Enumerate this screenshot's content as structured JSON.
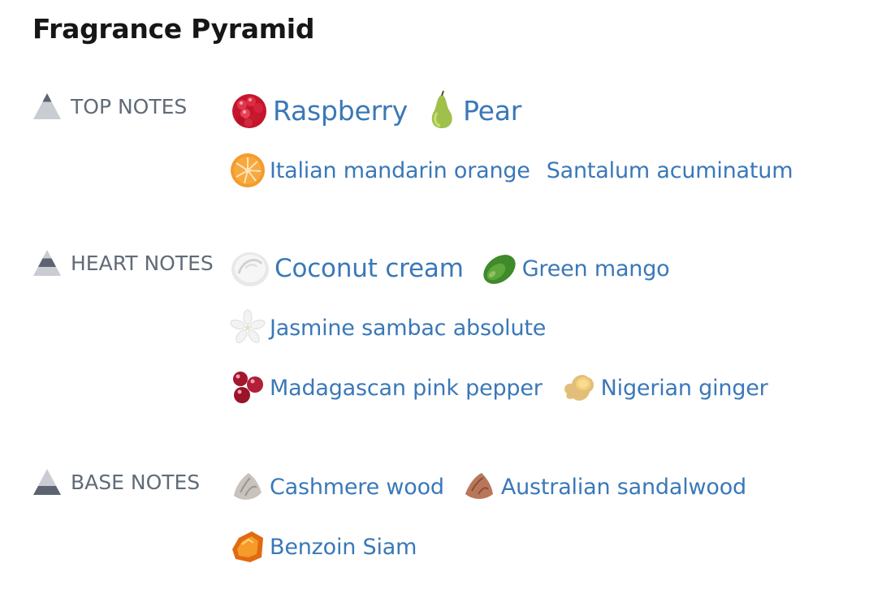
{
  "title": "Fragrance Pyramid",
  "colors": {
    "link": "#3a78b8",
    "label": "#616b78",
    "title": "#161616"
  },
  "sections": {
    "top": {
      "label": "TOP NOTES",
      "icon": "pyramid-top-icon",
      "notes": [
        {
          "label": "Raspberry",
          "icon": "raspberry-icon"
        },
        {
          "label": "Pear",
          "icon": "pear-icon"
        },
        {
          "label": "Italian mandarin orange",
          "icon": "mandarin-orange-icon"
        },
        {
          "label": "Santalum acuminatum",
          "icon": ""
        }
      ]
    },
    "heart": {
      "label": "HEART NOTES",
      "icon": "pyramid-middle-icon",
      "notes": [
        {
          "label": "Coconut cream",
          "icon": "coconut-cream-icon"
        },
        {
          "label": "Green mango",
          "icon": "mango-icon"
        },
        {
          "label": "Jasmine sambac absolute",
          "icon": "jasmine-flower-icon"
        },
        {
          "label": "Madagascan pink pepper",
          "icon": "pink-pepper-icon"
        },
        {
          "label": "Nigerian ginger",
          "icon": "ginger-icon"
        }
      ]
    },
    "base": {
      "label": "BASE NOTES",
      "icon": "pyramid-base-icon",
      "notes": [
        {
          "label": "Cashmere wood",
          "icon": "cashmere-wood-icon"
        },
        {
          "label": "Australian sandalwood",
          "icon": "sandalwood-icon"
        },
        {
          "label": "Benzoin Siam",
          "icon": "benzoin-resin-icon"
        }
      ]
    }
  }
}
